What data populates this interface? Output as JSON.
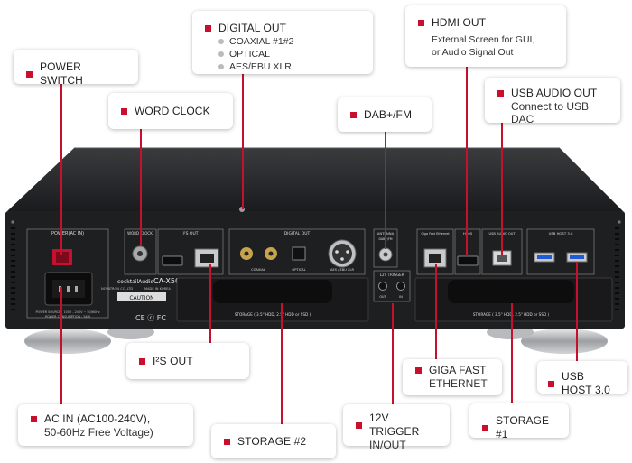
{
  "callouts": {
    "power_switch": "POWER SWITCH",
    "word_clock": "WORD CLOCK",
    "digital_out": {
      "title": "DIGITAL OUT",
      "items": [
        "COAXIAL #1#2",
        "OPTICAL",
        "AES/EBU XLR"
      ]
    },
    "hdmi_out": {
      "title": "HDMI OUT",
      "lines": [
        "External Screen for GUI,",
        "or Audio Signal Out"
      ]
    },
    "usb_audio_out": {
      "title": "USB AUDIO OUT",
      "sub": "Connect to USB DAC"
    },
    "dab_fm": "DAB+/FM",
    "i2s_out": "I²S OUT",
    "giga_fast_ethernet": [
      "GIGA FAST",
      "ETHERNET"
    ],
    "usb_host": "USB HOST 3.0",
    "ac_in": [
      "AC IN (AC100-240V),",
      "50-60Hz Free Voltage)"
    ],
    "storage_2": "STORAGE #2",
    "trigger_12v": [
      "12V TRIGGER",
      "IN/OUT"
    ],
    "storage_1": "STORAGE #1"
  },
  "panel_labels": {
    "power_ac_in": "POWER(AC IN)",
    "word_clock": "WORD CLOCK",
    "i2s_out": "I²S OUT",
    "digital_out": "DIGITAL OUT",
    "antenna": "ANTENNA",
    "antenna_sub": "DAB+/FM",
    "giga_fast_ethernet": "Giga Fast Ethernet",
    "hdmi": "HDMI",
    "usb_audio_out": "USB AUDIO OUT",
    "usb_host": "USB HOST 3.0",
    "trigger_12v": "12V TRIGGER",
    "trigger_out": "OUT",
    "trigger_in": "IN",
    "coaxial": "COAXIAL",
    "optical": "OPTICAL",
    "aes_ebu": "AES / EBU XLR",
    "brand": "cocktailAudio",
    "model": "CA-X50",
    "maker": "NOVATRON CO.,LTD",
    "made_in": "MADE IN KOREA",
    "caution": "CAUTION",
    "storage_left": "STORAGE ( 3.5\" HDD, 2.5\" HDD or SSD )",
    "storage_right": "STORAGE ( 3.5\" HDD, 2.5\" HDD or SSD )",
    "power_source": "POWER SOURCE : 100V - 240V ~ 50/60Hz",
    "power_consumption": "POWER CONSUMPTION : 54W"
  },
  "colors": {
    "accent": "#c8102e",
    "chassis": "#1e1f21",
    "panel": "#2a2b2d"
  }
}
